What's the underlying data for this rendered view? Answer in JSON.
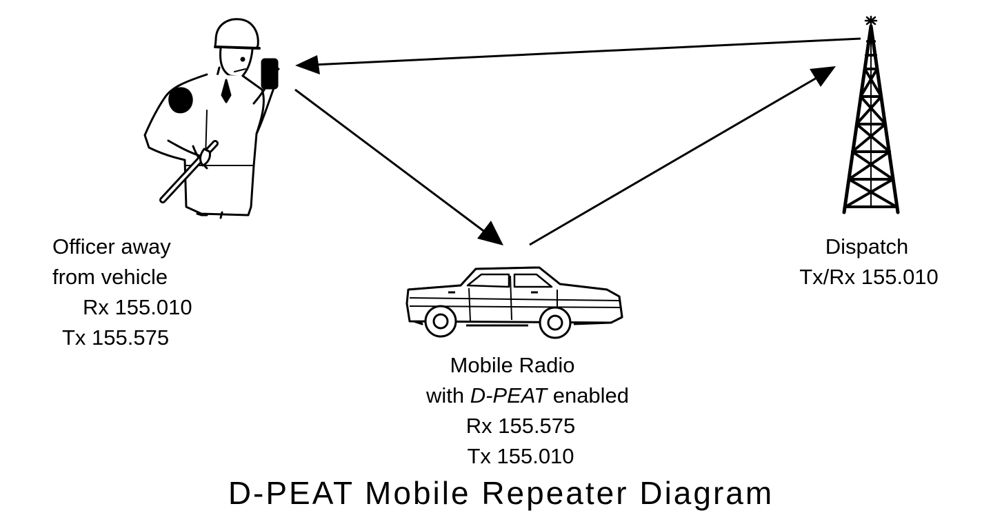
{
  "title": "D-PEAT Mobile Repeater Diagram",
  "nodes": {
    "officer": {
      "lines": [
        "Officer away",
        "from vehicle",
        "Rx 155.010",
        "Tx 155.575"
      ]
    },
    "dispatch": {
      "lines": [
        "Dispatch",
        "Tx/Rx 155.010"
      ]
    },
    "mobile": {
      "line1": "Mobile Radio",
      "line2_prefix": "with ",
      "line2_emph": "D-PEAT",
      "line2_suffix": " enabled",
      "line3": "Rx 155.575",
      "line4": "Tx 155.010"
    }
  },
  "icons": {
    "officer": "officer-with-radio-icon",
    "car": "vehicle-icon",
    "tower": "radio-tower-icon"
  },
  "colors": {
    "ink": "#000000",
    "paper": "#ffffff"
  }
}
